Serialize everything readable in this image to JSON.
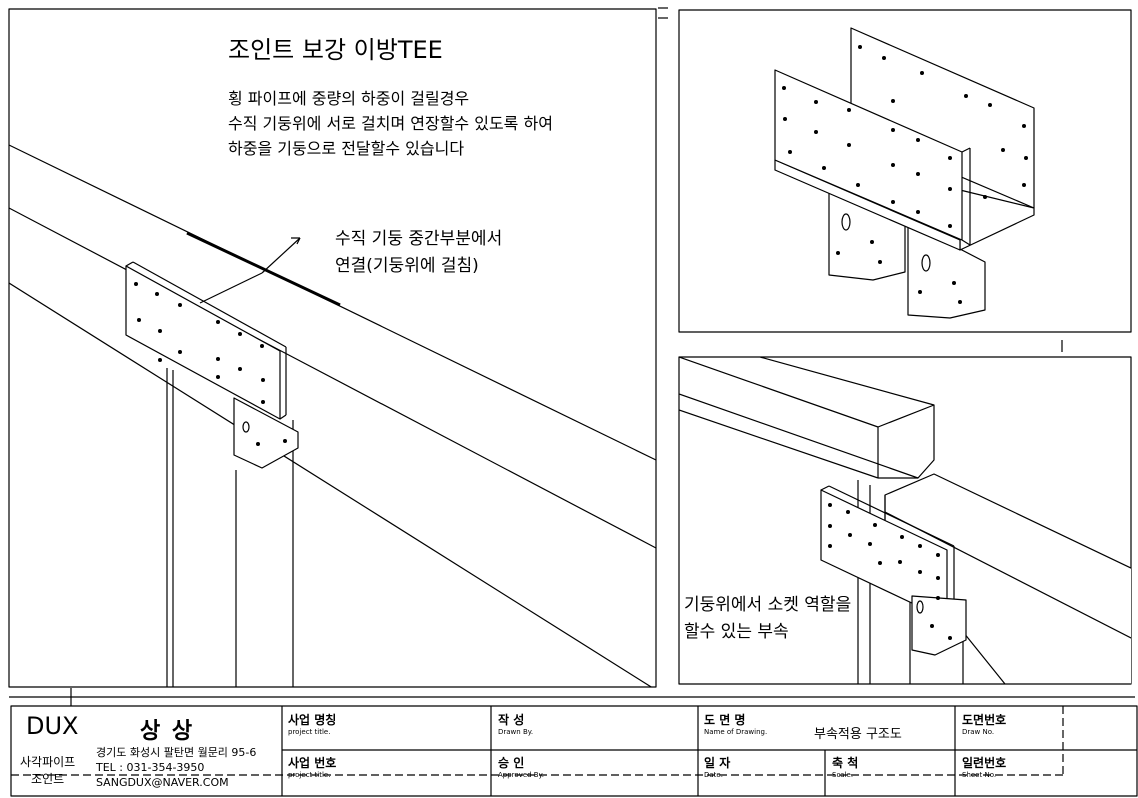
{
  "drawing": {
    "title": "조인트 보강 이방TEE",
    "description": [
      "횡 파이프에  중량의 하중이 걸릴경우",
      "수직 기둥위에 서로 걸치며 연장할수 있도록 하여",
      "하중을 기둥으로 전달할수 있습니다"
    ],
    "callout_main": [
      "수직  기둥 중간부분에서",
      "연결(기둥위에 걸침)"
    ],
    "callout_socket": [
      "기둥위에서 소켓 역할을",
      "할수 있는 부속"
    ]
  },
  "title_block": {
    "logo": "DUX",
    "company": "상 상",
    "company_sub": [
      "사각파이프",
      "조인트"
    ],
    "address": "경기도 화성시 팔탄면 월문리 95-6",
    "tel": "TEL : 031-354-3950",
    "email": "SANGDUX@NAVER.COM",
    "project_title_label": "사업 명칭",
    "project_title_en": "project title.",
    "project_no_label": "사업 번호",
    "project_no_en": "project title.",
    "drawn_label": "작   성",
    "drawn_en": "Drawn By.",
    "approved_label": "승   인",
    "approved_en": "Approved By.",
    "drawing_name_label": "도 면 명",
    "drawing_name_en": "Name of Drawing.",
    "drawing_name_value": "부속적용 구조도",
    "date_label": "일  자",
    "date_en": "Date.",
    "scale_label": "축  척",
    "scale_en": "Scale.",
    "draw_no_label": "도면번호",
    "draw_no_en": "Draw No.",
    "sheet_no_label": "일련번호",
    "sheet_no_en": "Sheet No."
  }
}
